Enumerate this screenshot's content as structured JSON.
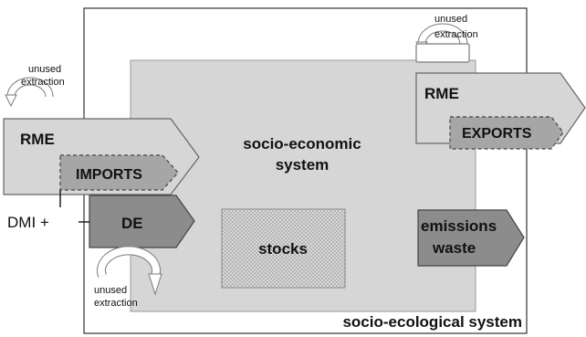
{
  "outer_system": {
    "label": "socio-ecological system"
  },
  "inner_system": {
    "label_line1": "socio-economic",
    "label_line2": "system"
  },
  "stocks": {
    "label": "stocks"
  },
  "inputs": {
    "rme_label": "RME",
    "imports_label": "IMPORTS",
    "de_label": "DE",
    "dmi_label": "DMI +"
  },
  "outputs": {
    "rme_label": "RME",
    "exports_label": "EXPORTS",
    "emissions_line1": "emissions",
    "emissions_line2": "waste"
  },
  "unused_extraction": {
    "line1": "unused",
    "line2": "extraction"
  },
  "colors": {
    "light_fill": "#d6d6d6",
    "medium_fill": "#a6a6a6",
    "dark_fill": "#8c8c8c",
    "stroke": "#555555"
  }
}
